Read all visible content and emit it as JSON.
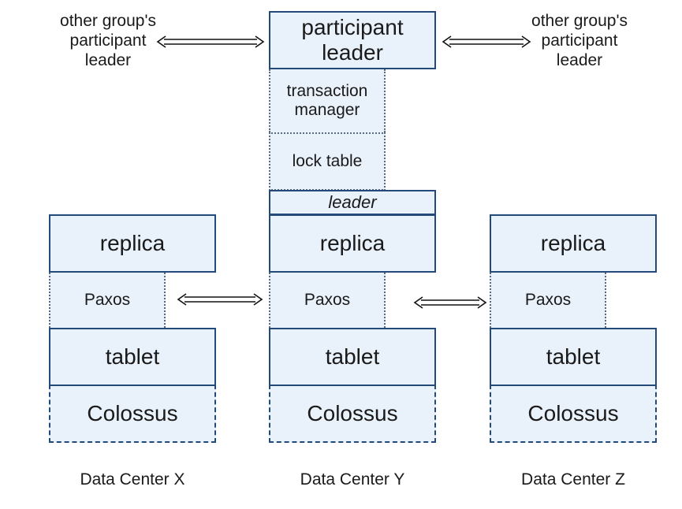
{
  "top": {
    "left_label": "other group's participant leader",
    "right_label": "other group's participant leader",
    "participant_leader": "participant leader",
    "transaction_manager": "transaction manager",
    "lock_table": "lock table",
    "leader": "leader"
  },
  "datacenters": [
    {
      "replica": "replica",
      "paxos": "Paxos",
      "tablet": "tablet",
      "colossus": "Colossus",
      "name": "Data Center X"
    },
    {
      "replica": "replica",
      "paxos": "Paxos",
      "tablet": "tablet",
      "colossus": "Colossus",
      "name": "Data Center Y"
    },
    {
      "replica": "replica",
      "paxos": "Paxos",
      "tablet": "tablet",
      "colossus": "Colossus",
      "name": "Data Center Z"
    }
  ],
  "colors": {
    "fill": "#e9f1fb",
    "border": "#234a7a"
  }
}
